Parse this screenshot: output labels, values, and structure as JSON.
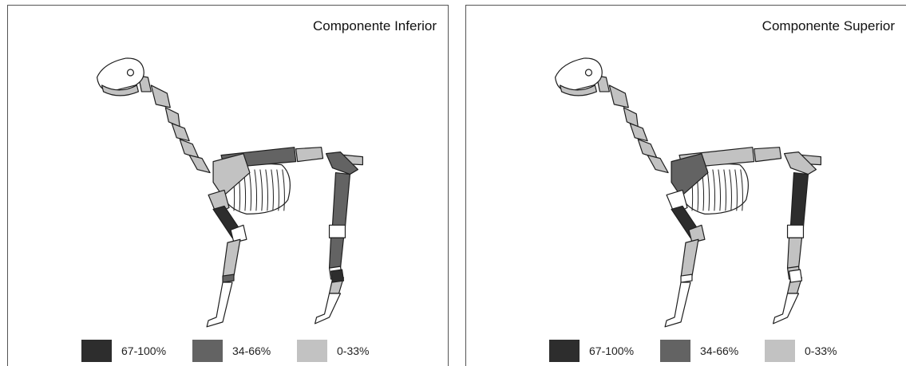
{
  "colors": {
    "high": "#2d2d2d",
    "mid": "#636363",
    "low": "#c2c2c2",
    "none": "#ffffff",
    "outline": "#1e1e1e"
  },
  "legend": [
    {
      "label": "67-100%",
      "color": "#2d2d2d"
    },
    {
      "label": "34-66%",
      "color": "#636363"
    },
    {
      "label": "0-33%",
      "color": "#c2c2c2"
    }
  ],
  "panels": [
    {
      "title": "Componente Inferior",
      "bones": {
        "skull": "none",
        "mandible": "low",
        "atlas_axis": "low",
        "cervical": "low",
        "thoracic_vertebrae": "mid",
        "lumbar": "low",
        "sacrum": "low",
        "ribs": "none",
        "scapula": "low",
        "humerus": "low",
        "radius_ulna": "high",
        "metacarpal_upper": "none",
        "metacarpal": "low",
        "carpal_band": "mid",
        "fore_phalanges": "none",
        "pelvis": "mid",
        "femur": "mid",
        "patella": "none",
        "tibia": "mid",
        "tarsal": "none",
        "metatarsal": "low",
        "hind_band": "high",
        "hind_phalanges": "none"
      }
    },
    {
      "title": "Componente Superior",
      "bones": {
        "skull": "none",
        "mandible": "low",
        "atlas_axis": "low",
        "cervical": "low",
        "thoracic_vertebrae": "low",
        "lumbar": "low",
        "sacrum": "low",
        "ribs": "none",
        "scapula": "mid",
        "humerus": "none",
        "radius_ulna": "high",
        "metacarpal_upper": "low",
        "metacarpal": "low",
        "carpal_band": "none",
        "fore_phalanges": "none",
        "pelvis": "low",
        "femur": "high",
        "patella": "none",
        "tibia": "low",
        "tarsal": "low",
        "metatarsal": "low",
        "hind_band": "none",
        "hind_phalanges": "none"
      }
    }
  ]
}
